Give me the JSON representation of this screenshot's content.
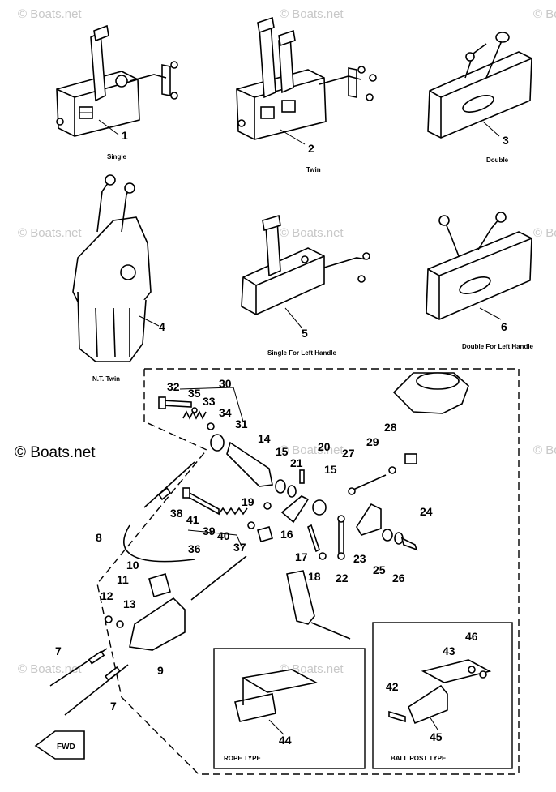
{
  "watermark": "© Boats.net",
  "captions": {
    "single": "Single",
    "twin": "Twin",
    "double": "Double",
    "nt_twin": "N.T. Twin",
    "single_left": "Single For Left Handle",
    "double_left": "Double For Left Handle",
    "rope_type": "ROPE TYPE",
    "ball_post_type": "BALL POST TYPE",
    "fwd": "FWD"
  },
  "callouts": [
    "1",
    "2",
    "3",
    "4",
    "5",
    "6",
    "7",
    "7",
    "8",
    "9",
    "10",
    "11",
    "12",
    "13",
    "14",
    "15",
    "15",
    "16",
    "17",
    "18",
    "19",
    "20",
    "21",
    "22",
    "23",
    "24",
    "25",
    "26",
    "27",
    "28",
    "29",
    "30",
    "31",
    "32",
    "33",
    "34",
    "35",
    "36",
    "37",
    "38",
    "39",
    "40",
    "41",
    "42",
    "43",
    "44",
    "45",
    "46"
  ]
}
